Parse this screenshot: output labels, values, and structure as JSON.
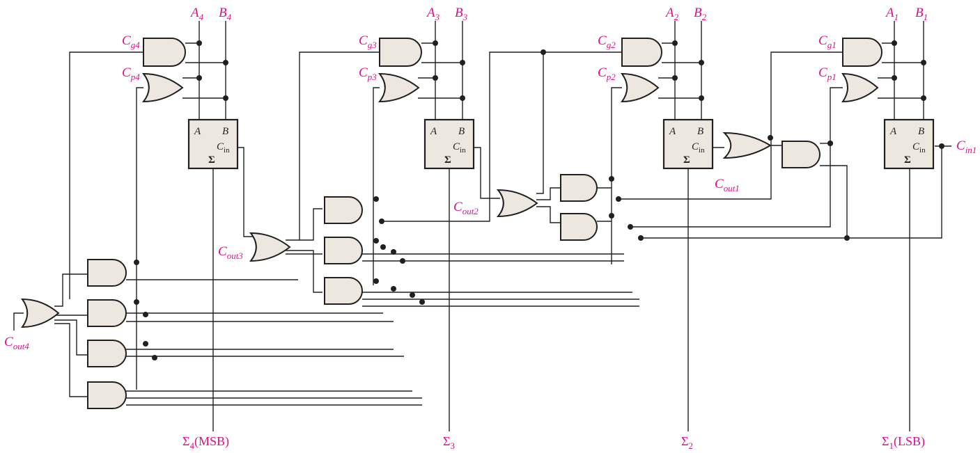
{
  "adders": [
    {
      "a": "A",
      "b": "B",
      "cin_main": "C",
      "cin_sub": "in",
      "sum": "Σ"
    },
    {
      "a": "A",
      "b": "B",
      "cin_main": "C",
      "cin_sub": "in",
      "sum": "Σ"
    },
    {
      "a": "A",
      "b": "B",
      "cin_main": "C",
      "cin_sub": "in",
      "sum": "Σ"
    },
    {
      "a": "A",
      "b": "B",
      "cin_main": "C",
      "cin_sub": "in",
      "sum": "Σ"
    }
  ],
  "inputs": {
    "a4": {
      "main": "A",
      "sub": "4"
    },
    "b4": {
      "main": "B",
      "sub": "4"
    },
    "a3": {
      "main": "A",
      "sub": "3"
    },
    "b3": {
      "main": "B",
      "sub": "3"
    },
    "a2": {
      "main": "A",
      "sub": "2"
    },
    "b2": {
      "main": "B",
      "sub": "2"
    },
    "a1": {
      "main": "A",
      "sub": "1"
    },
    "b1": {
      "main": "B",
      "sub": "1"
    },
    "cin1": {
      "main": "C",
      "sub": "in1"
    }
  },
  "generate_labels": {
    "cg4": {
      "main": "C",
      "sub": "g4"
    },
    "cg3": {
      "main": "C",
      "sub": "g3"
    },
    "cg2": {
      "main": "C",
      "sub": "g2"
    },
    "cg1": {
      "main": "C",
      "sub": "g1"
    }
  },
  "propagate_labels": {
    "cp4": {
      "main": "C",
      "sub": "p4"
    },
    "cp3": {
      "main": "C",
      "sub": "p3"
    },
    "cp2": {
      "main": "C",
      "sub": "p2"
    },
    "cp1": {
      "main": "C",
      "sub": "p1"
    }
  },
  "carry_out_labels": {
    "cout1": {
      "main": "C",
      "sub": "out1"
    },
    "cout2": {
      "main": "C",
      "sub": "out2"
    },
    "cout3": {
      "main": "C",
      "sub": "out3"
    },
    "cout4": {
      "main": "C",
      "sub": "out4"
    }
  },
  "sum_outputs": {
    "s4": {
      "main": "Σ",
      "sub": "4",
      "tail": "(MSB)"
    },
    "s3": {
      "main": "Σ",
      "sub": "3",
      "tail": ""
    },
    "s2": {
      "main": "Σ",
      "sub": "2",
      "tail": ""
    },
    "s1": {
      "main": "Σ",
      "sub": "1",
      "tail": "(LSB)"
    }
  },
  "colors": {
    "label": "#e0108a",
    "gate_fill": "#ece8df",
    "wire": "#231f20"
  }
}
